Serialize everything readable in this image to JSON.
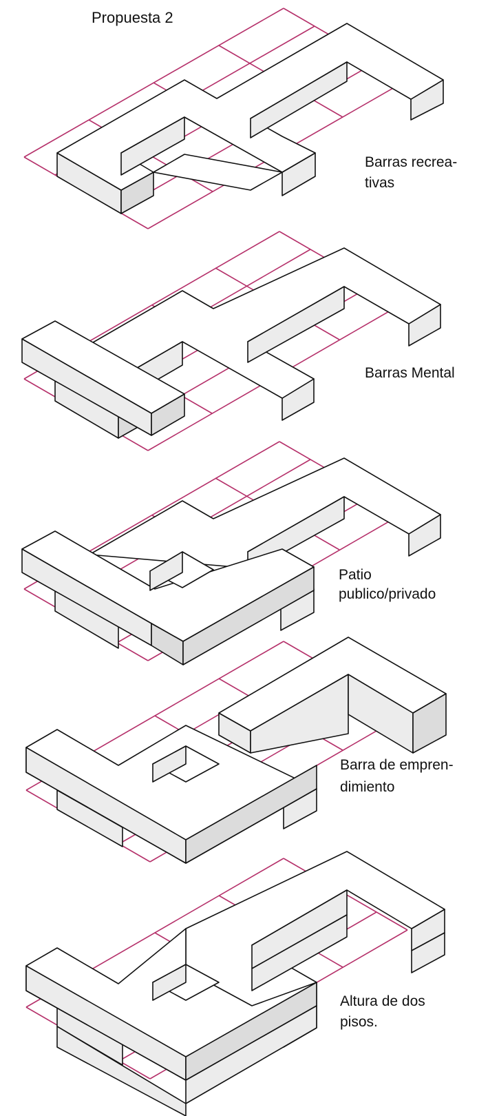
{
  "title": "Propuesta 2",
  "colors": {
    "grid": "#b5306a",
    "edge": "#111111",
    "face_light": "#ffffff",
    "face_shade": "#ececec",
    "face_dark": "#dcdcdc"
  },
  "panels": [
    {
      "caption_line1": "Barras recrea-",
      "caption_line2": "tivas"
    },
    {
      "caption_line1": "Barras Mental",
      "caption_line2": ""
    },
    {
      "caption_line1": "Patio",
      "caption_line2": "publico/privado"
    },
    {
      "caption_line1": "Barra de empren-",
      "caption_line2": "dimiento"
    },
    {
      "caption_line1": "Altura de dos",
      "caption_line2": "pisos."
    }
  ]
}
